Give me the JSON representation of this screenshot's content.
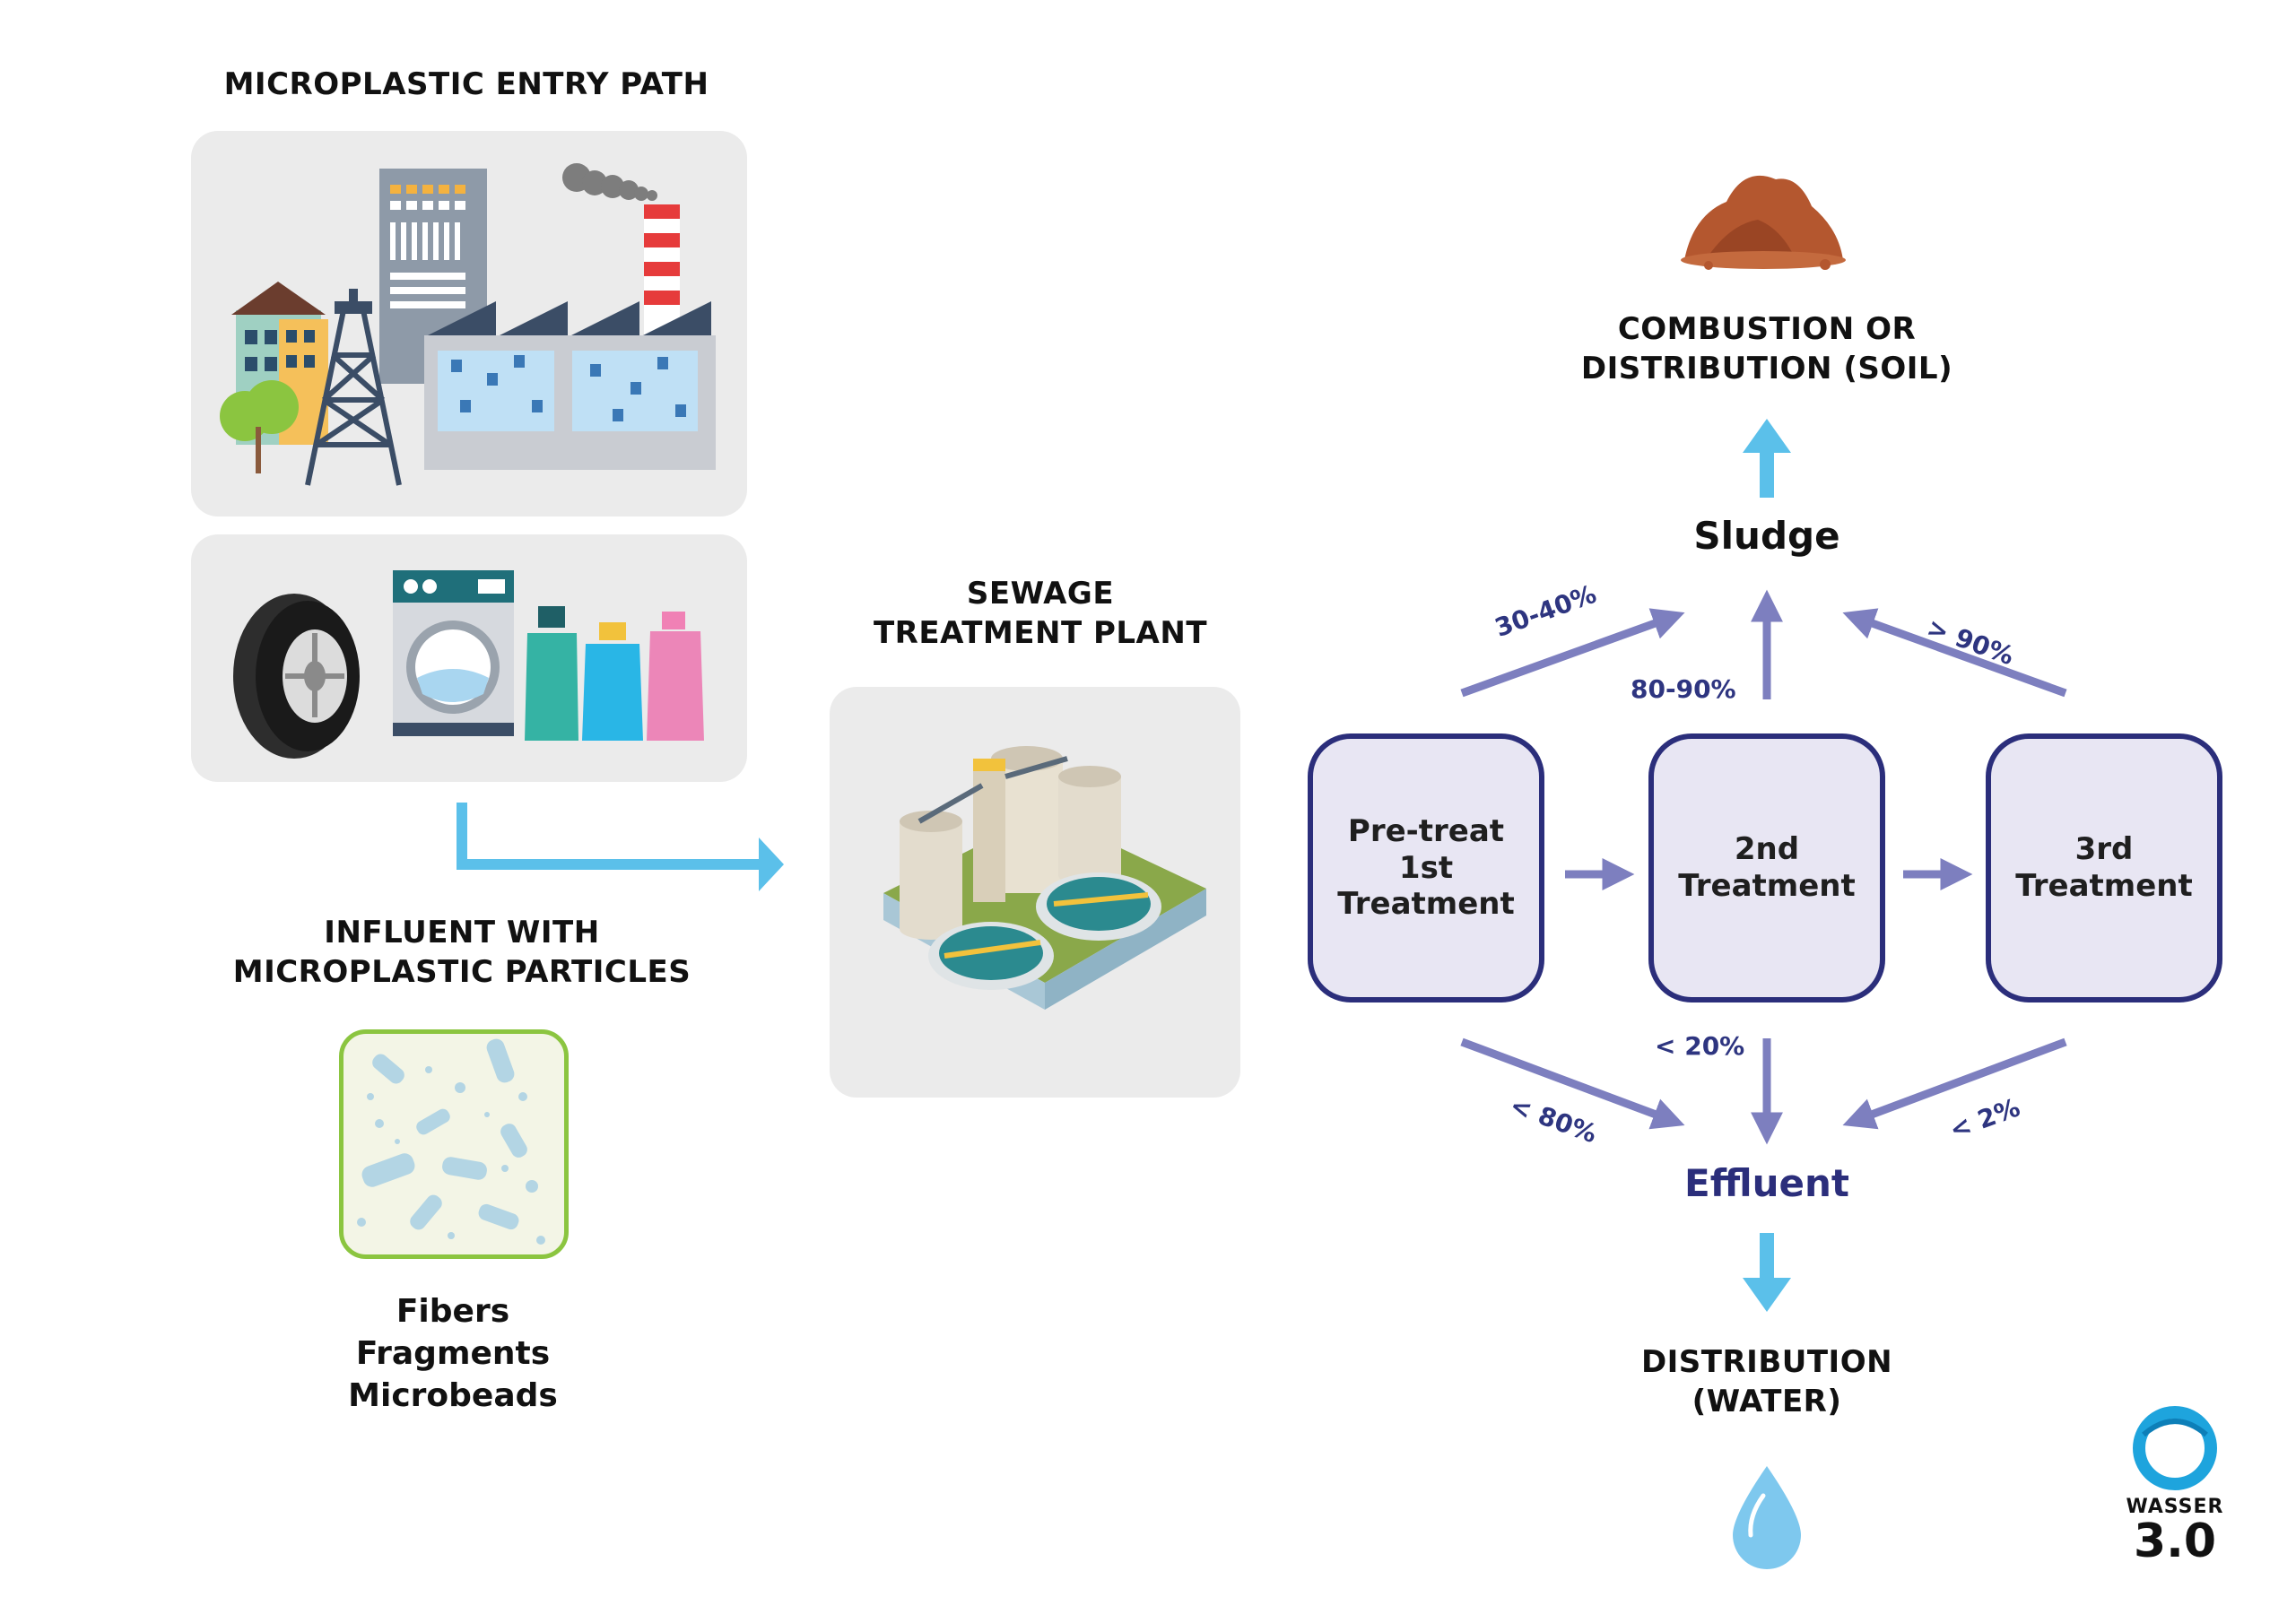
{
  "entry": {
    "heading": "MICROPLASTIC ENTRY PATH"
  },
  "influent": {
    "heading_line1": "INFLUENT WITH",
    "heading_line2": "MICROPLASTIC PARTICLES",
    "types": [
      "Fibers",
      "Fragments",
      "Microbeads"
    ]
  },
  "plant": {
    "heading_line1": "SEWAGE",
    "heading_line2": "TREATMENT PLANT"
  },
  "treatments": [
    {
      "lines": [
        "Pre-treat",
        "1st",
        "Treatment"
      ]
    },
    {
      "lines": [
        "2nd",
        "Treatment"
      ]
    },
    {
      "lines": [
        "3rd",
        "Treatment"
      ]
    }
  ],
  "sludge": {
    "label": "Sludge",
    "destination_line1": "COMBUSTION OR",
    "destination_line2": "DISTRIBUTION (SOIL)",
    "removal": [
      "30-40%",
      "80-90%",
      "> 90%"
    ]
  },
  "effluent": {
    "label": "Effluent",
    "destination_line1": "DISTRIBUTION",
    "destination_line2": "(WATER)",
    "passthrough": [
      "< 80%",
      "< 20%",
      "< 2%"
    ]
  },
  "logo": {
    "line1": "WASSER",
    "line2": "3.0"
  },
  "colors": {
    "arrow_purple": "#7d7fbf",
    "arrow_blue": "#5bc0ea",
    "box_fill": "#e8e6f3",
    "box_border": "#2b2e7b",
    "panel_gray": "#ebebeb"
  }
}
